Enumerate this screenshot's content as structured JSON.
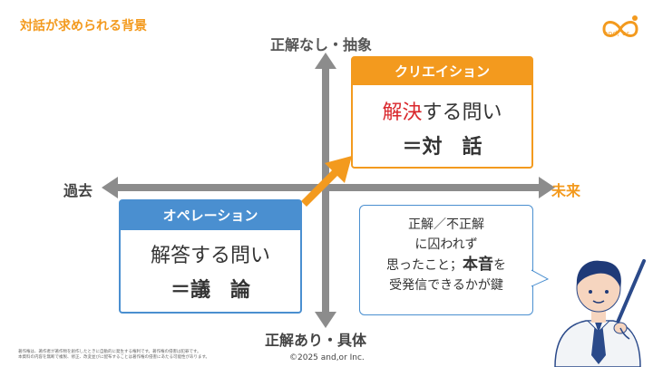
{
  "slide": {
    "title": "対話が求められる背景",
    "copyright": "©2025 and,or Inc."
  },
  "logo": {
    "text": "and, or"
  },
  "axes": {
    "top": "正解なし・抽象",
    "bottom": "正解あり・具体",
    "left": "過去",
    "right": "未来"
  },
  "creation_box": {
    "header": "クリエイション",
    "line1_red": "解決",
    "line1_rest": "する問い",
    "line2": "＝対　話"
  },
  "operation_box": {
    "header": "オペレーション",
    "line1": "解答する問い",
    "line2": "＝議　論"
  },
  "bubble": {
    "line1": "正解／不正解",
    "line2": "に囚われず",
    "line3_pre": "思ったこと；",
    "line3_bold": "本音",
    "line3_post": "を",
    "line4": "受発信できるかが鍵"
  },
  "footer_note": {
    "line1": "著作権は、著作者が著作物を創作したときに自動的に発生する権利です。著作権の侵害は犯罪です。",
    "line2": "本資料の内容を無断で複製、修正、改変並びに配布することは著作権の侵害にあたる可能性があります。"
  },
  "colors": {
    "accent": "#f39a1e",
    "blue": "#4a8fd0",
    "axis": "#8c8c8c",
    "red": "#d9262b"
  }
}
